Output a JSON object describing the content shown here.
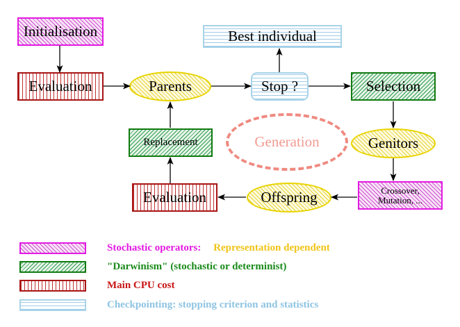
{
  "diagram": {
    "title": "Evolutionary algorithm flowchart",
    "nodes": {
      "initialisation": {
        "label": "Initialisation",
        "style": "stochastic-operators"
      },
      "evaluation_top": {
        "label": "Evaluation",
        "style": "main-cpu-cost"
      },
      "parents": {
        "label": "Parents",
        "style": "representation-dependent"
      },
      "best_individual": {
        "label": "Best individual",
        "style": "checkpointing"
      },
      "stop": {
        "label": "Stop ?",
        "style": "checkpointing"
      },
      "selection": {
        "label": "Selection",
        "style": "darwinism"
      },
      "genitors": {
        "label": "Genitors",
        "style": "representation-dependent"
      },
      "crossover": {
        "label_line1": "Crossover,",
        "label_line2": "Mutation, ...",
        "style": "stochastic-operators"
      },
      "offspring": {
        "label": "Offspring",
        "style": "representation-dependent"
      },
      "evaluation_bottom": {
        "label": "Evaluation",
        "style": "main-cpu-cost"
      },
      "replacement": {
        "label": "Replacement",
        "style": "darwinism"
      },
      "generation": {
        "label": "Generation",
        "style": "generation-cycle"
      }
    },
    "edges": [
      {
        "from": "initialisation",
        "to": "evaluation_top"
      },
      {
        "from": "evaluation_top",
        "to": "parents"
      },
      {
        "from": "parents",
        "to": "stop"
      },
      {
        "from": "stop",
        "to": "best_individual"
      },
      {
        "from": "stop",
        "to": "selection"
      },
      {
        "from": "selection",
        "to": "genitors"
      },
      {
        "from": "genitors",
        "to": "crossover"
      },
      {
        "from": "crossover",
        "to": "offspring"
      },
      {
        "from": "offspring",
        "to": "evaluation_bottom"
      },
      {
        "from": "evaluation_bottom",
        "to": "replacement"
      },
      {
        "from": "replacement",
        "to": "parents"
      }
    ]
  },
  "legend": {
    "rows": [
      {
        "swatch": "magenta-diagonal-hatch",
        "text_primary": "Stochastic operators:",
        "text_secondary": "Representation dependent",
        "color_primary": "#e21ae2",
        "color_secondary": "#f0c419"
      },
      {
        "swatch": "green-diagonal-hatch",
        "text_primary": "\"Darwinism\" (stochastic or determinist)",
        "text_secondary": "",
        "color_primary": "#1a8a1a",
        "color_secondary": ""
      },
      {
        "swatch": "red-vertical-hatch",
        "text_primary": "Main CPU cost",
        "text_secondary": "",
        "color_primary": "#c81414",
        "color_secondary": ""
      },
      {
        "swatch": "blue-horizontal-hatch",
        "text_primary": "Checkpointing: stopping criterion and statistics",
        "text_secondary": "",
        "color_primary": "#8ec4e2",
        "color_secondary": ""
      }
    ]
  },
  "colors": {
    "stochastic_operators": "#e21ae2",
    "darwinism": "#117a11",
    "main_cpu_cost": "#a81414",
    "checkpointing": "#a8d3e8",
    "representation_dependent": "#e8d400",
    "generation_cycle": "#ef8a80",
    "edge": "#000000",
    "background": "#ffffff"
  }
}
